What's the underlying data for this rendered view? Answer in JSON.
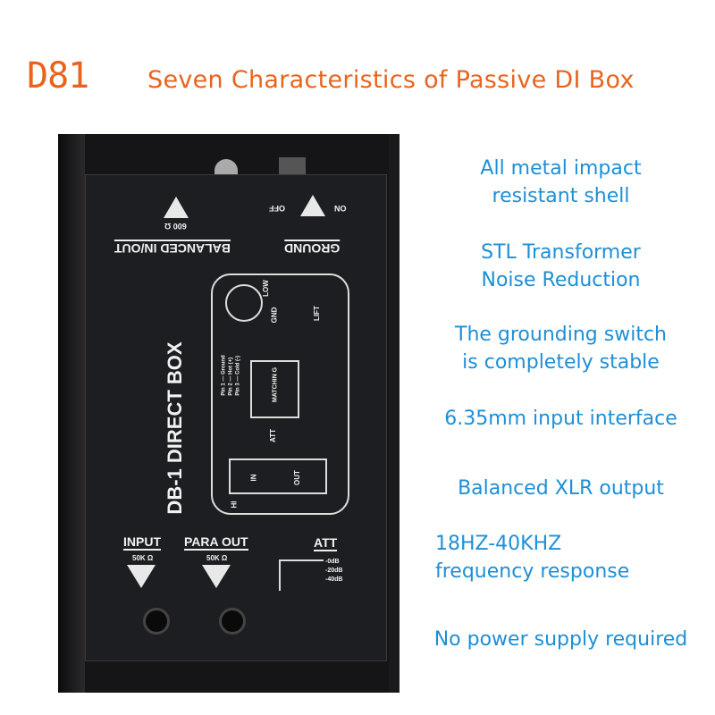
{
  "header": {
    "model": "D81",
    "title": "Seven Characteristics of Passive DI Box"
  },
  "features": [
    [
      "All metal impact",
      "resistant shell"
    ],
    [
      "STL Transformer",
      "Noise Reduction"
    ],
    [
      "The grounding switch",
      "is completely stable"
    ],
    [
      "6.35mm input interface"
    ],
    [
      "Balanced XLR output"
    ],
    [
      "18HZ-40KHZ",
      "frequency response"
    ],
    [
      "No power supply required"
    ]
  ],
  "device": {
    "balanced_label": "BALANCED IN/OUT",
    "balanced_impedance": "600 Ω",
    "ground_label": "GROUND",
    "ground_off": "OFF",
    "ground_on": "ON",
    "brand": "DB-1 DIRECT BOX",
    "schematic": {
      "low": "LOW",
      "gnd": "GND",
      "lift": "LIFT",
      "matching": "MATCHIN G",
      "att": "ATT",
      "in": "IN",
      "out": "OUT",
      "hi": "HI",
      "pins": [
        "Pin 1 — Ground",
        "Pin 2 — Hot (+)",
        "Pin 3 — Cold (-)"
      ]
    },
    "input_label": "INPUT",
    "input_impedance": "50K Ω",
    "paraout_label": "PARA OUT",
    "paraout_impedance": "50K Ω",
    "att_label": "ATT",
    "att_levels": [
      "-0dB",
      "-20dB",
      "-40dB"
    ]
  },
  "colors": {
    "title": "#e8641e",
    "features": "#1e8fd6",
    "device": "#151517"
  }
}
